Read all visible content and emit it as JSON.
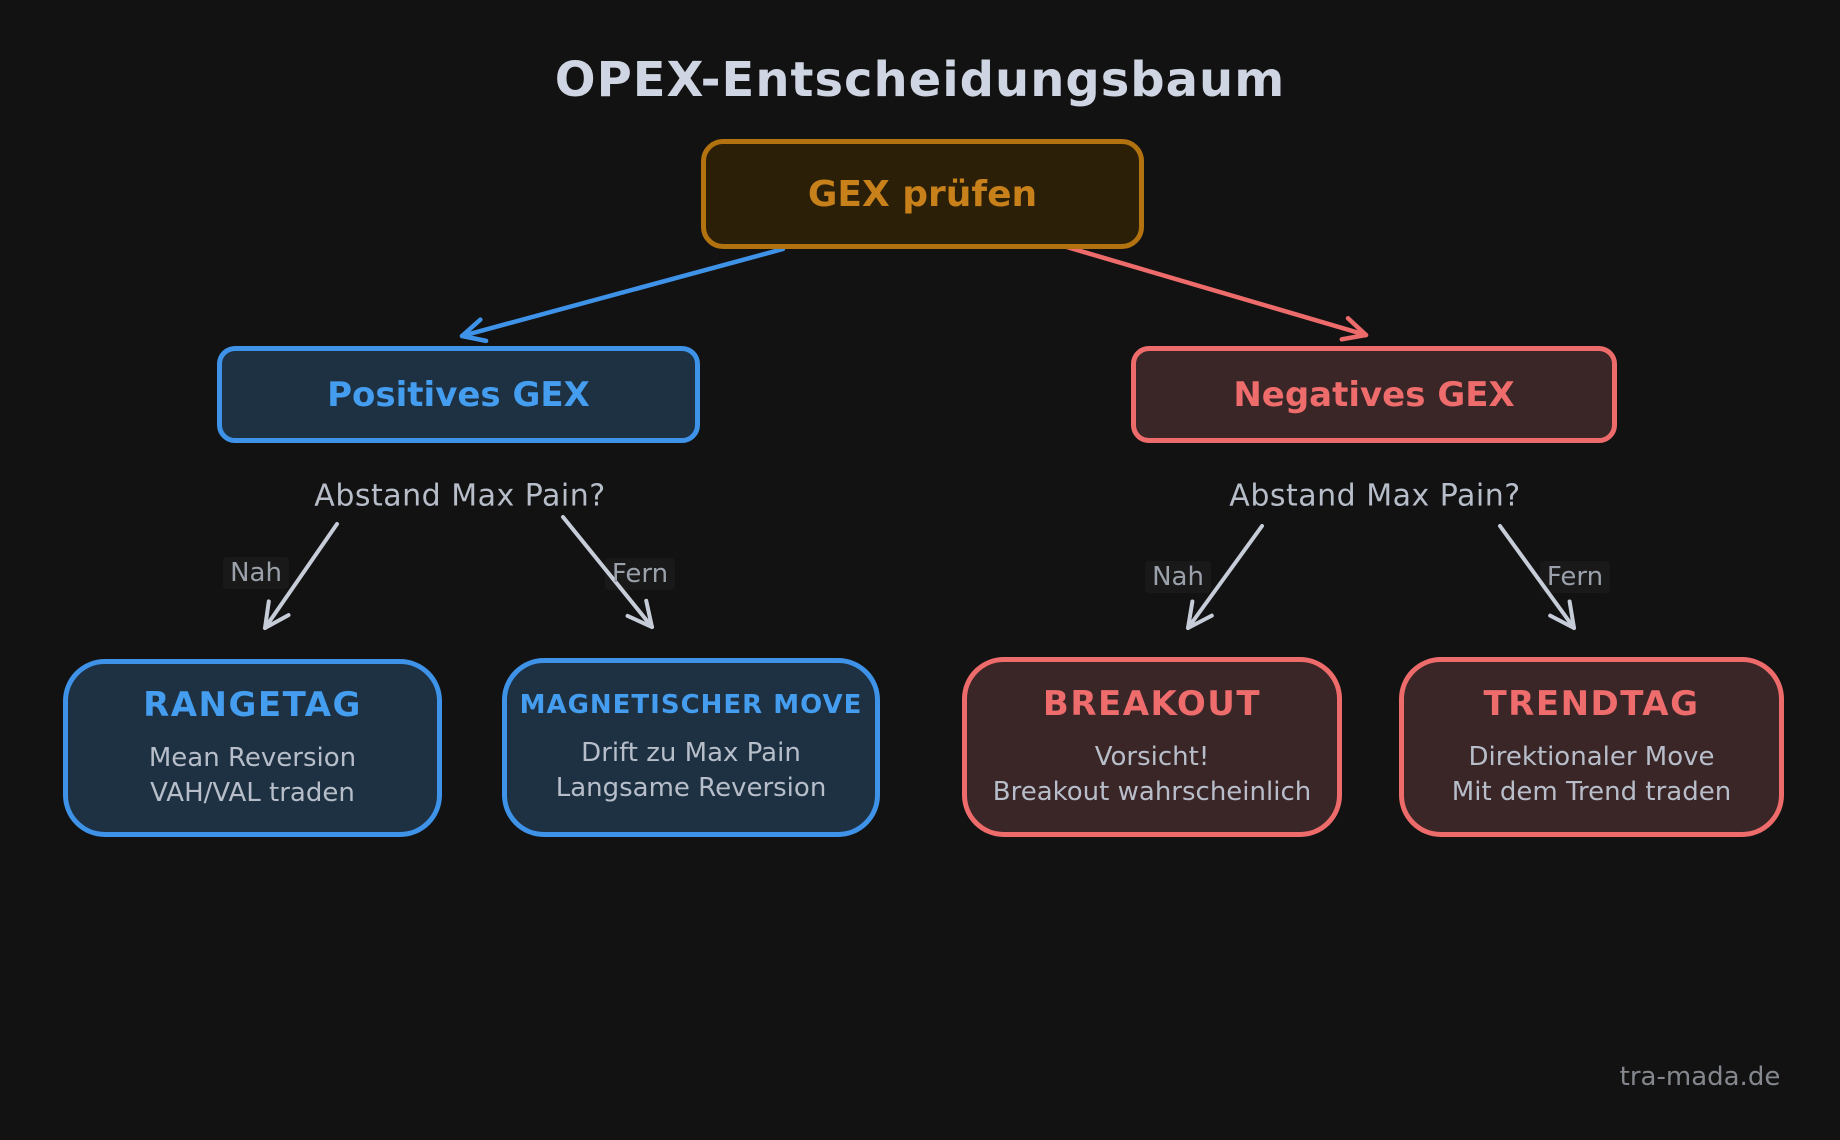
{
  "title": "OPEX-Entscheidungsbaum",
  "watermark": "tra-mada.de",
  "colors": {
    "background": "#121212",
    "orange_stroke": "#b1720f",
    "orange_fill": "#2b2007",
    "orange_text": "#c8801a",
    "blue_stroke": "#3e92e8",
    "blue_fill": "#1d3143",
    "blue_text": "#459df0",
    "red_stroke": "#ee6b6b",
    "red_fill": "#3a2527",
    "red_text": "#ef6c6c",
    "text_primary": "#cfd5e2",
    "text_secondary": "#b7bec9",
    "label_muted": "#9aa1ab",
    "arrow_gray": "#c7cdd8",
    "watermark": "#84888e"
  },
  "root": {
    "label": "GEX prüfen"
  },
  "branches": {
    "positive": {
      "label": "Positives GEX",
      "question": "Abstand Max Pain?",
      "near": "Nah",
      "far": "Fern",
      "leaves": {
        "near": {
          "title": "RANGETAG",
          "line1": "Mean Reversion",
          "line2": "VAH/VAL traden"
        },
        "far": {
          "title": "MAGNETISCHER MOVE",
          "line1": "Drift zu Max Pain",
          "line2": "Langsame Reversion"
        }
      }
    },
    "negative": {
      "label": "Negatives GEX",
      "question": "Abstand Max Pain?",
      "near": "Nah",
      "far": "Fern",
      "leaves": {
        "near": {
          "title": "BREAKOUT",
          "line1": "Vorsicht!",
          "line2": "Breakout wahrscheinlich"
        },
        "far": {
          "title": "TRENDTAG",
          "line1": "Direktionaler Move",
          "line2": "Mit dem Trend traden"
        }
      }
    }
  }
}
